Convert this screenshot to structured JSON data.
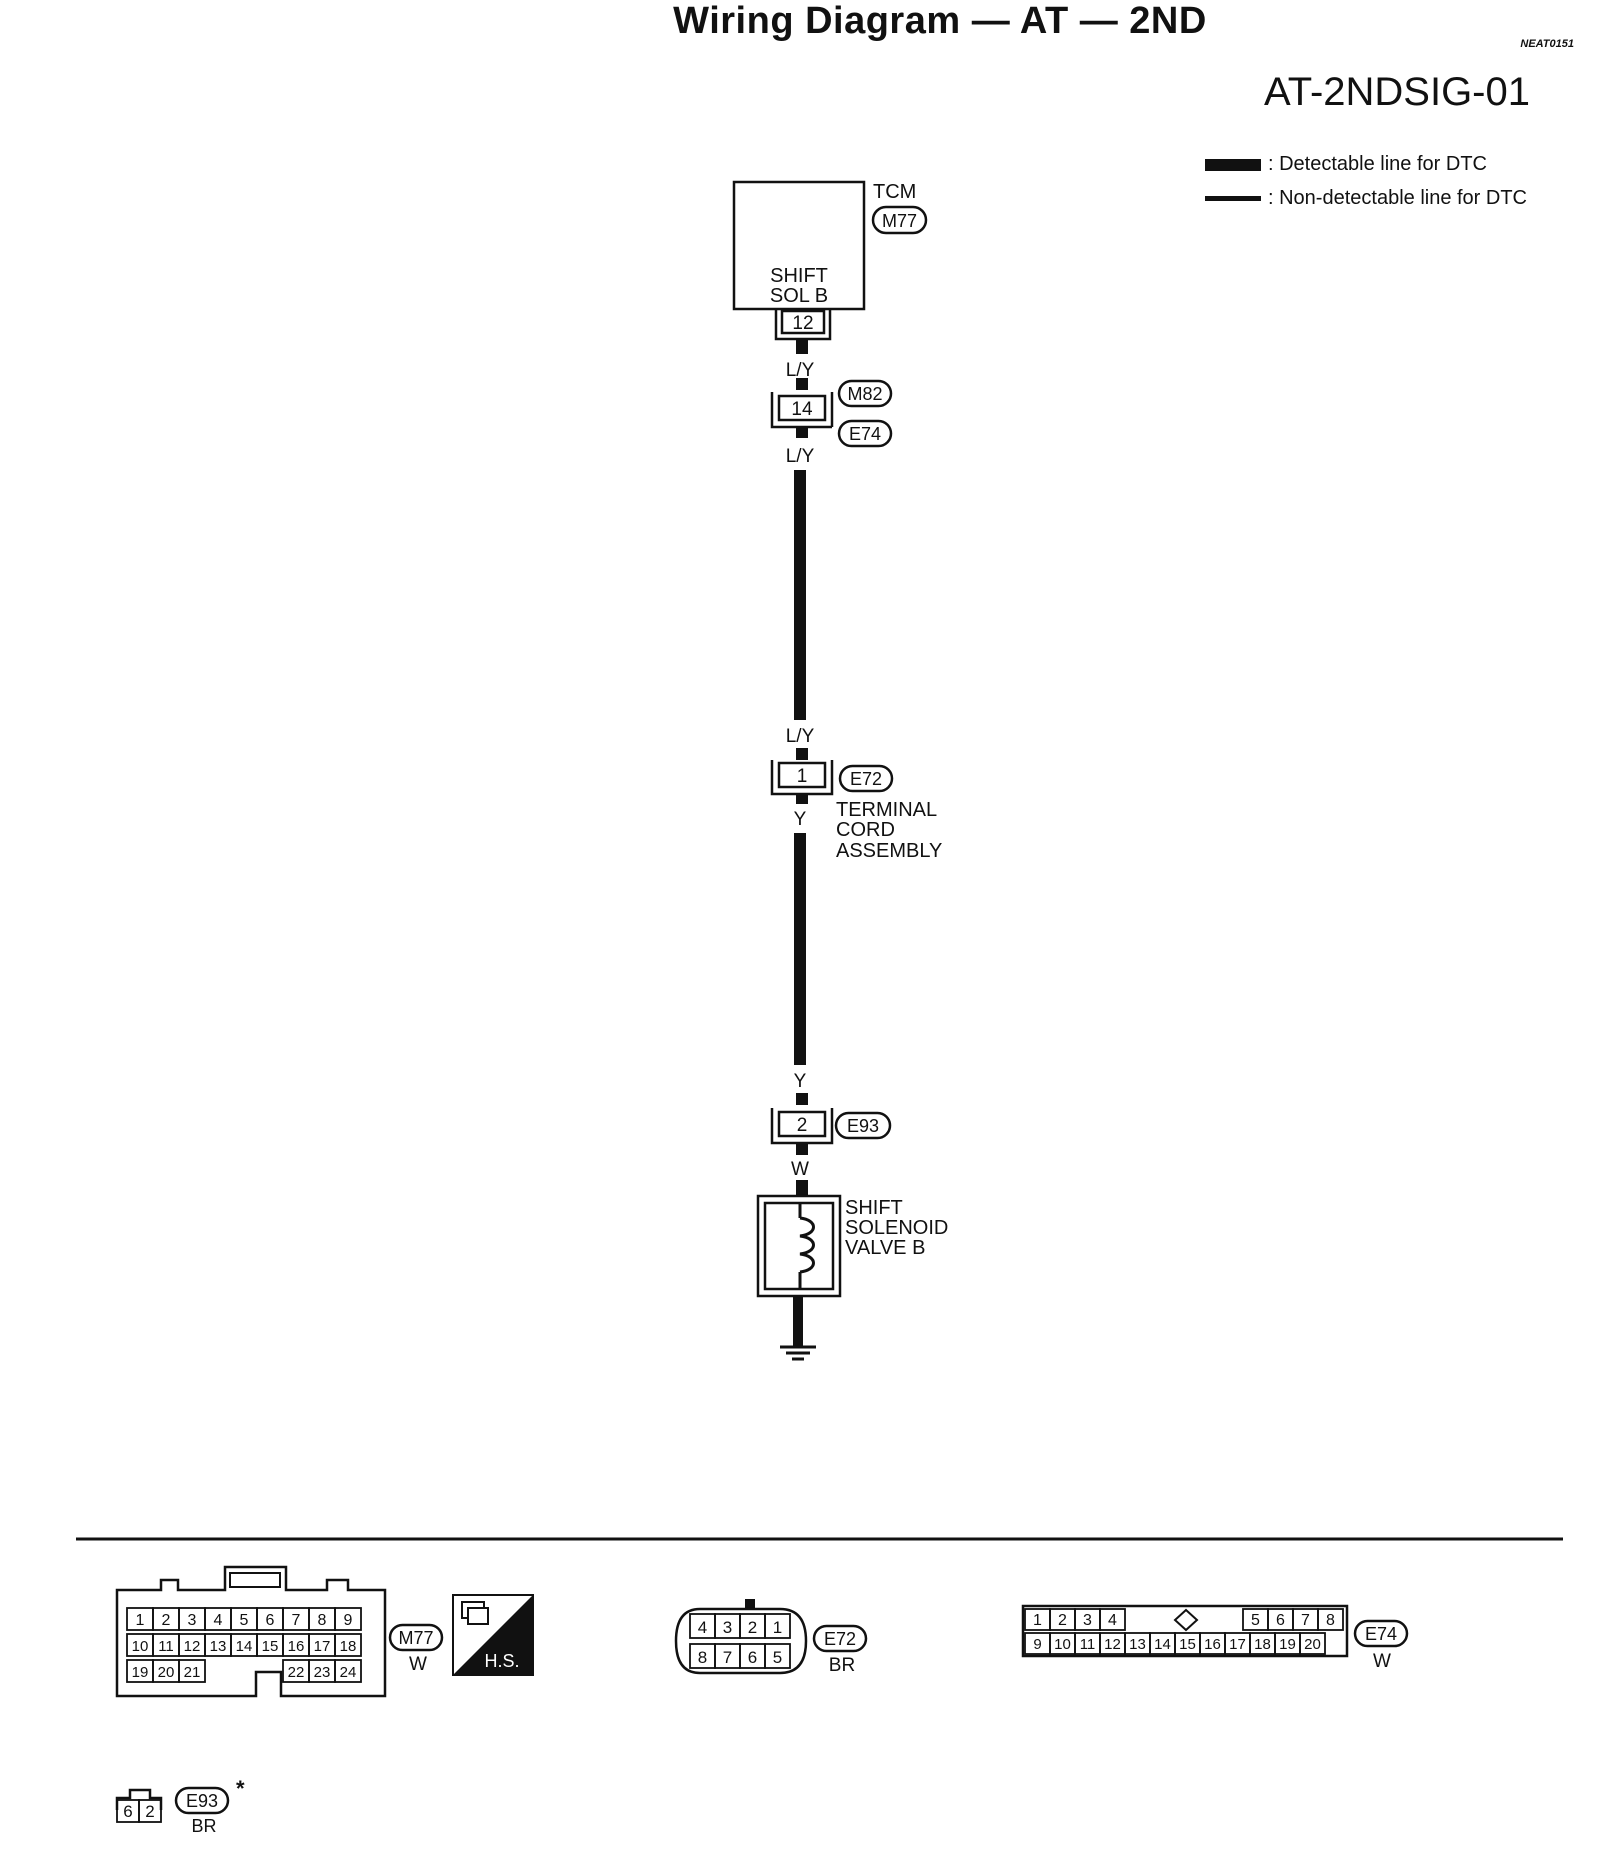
{
  "header": {
    "title": "Wiring Diagram — AT — 2ND",
    "code": "NEAT0151",
    "diagram_id": "AT-2NDSIG-01"
  },
  "legend": {
    "detectable": ": Detectable line for DTC",
    "non_detectable": ": Non-detectable line for DTC"
  },
  "tcm": {
    "name": "TCM",
    "connector": "M77",
    "label_1": "SHIFT",
    "label_2": "SOL B",
    "terminal": "12"
  },
  "wires": {
    "w1": "L/Y",
    "w2": "L/Y",
    "w3": "L/Y",
    "w4": "Y",
    "w5": "Y",
    "w6": "W"
  },
  "joint_connector": {
    "terminal": "14",
    "upper": "M82",
    "lower": "E74"
  },
  "terminal_cord": {
    "terminal": "1",
    "connector": "E72",
    "label_1": "TERMINAL",
    "label_2": "CORD",
    "label_3": "ASSEMBLY"
  },
  "solenoid_connector": {
    "terminal": "2",
    "connector": "E93"
  },
  "solenoid": {
    "label_1": "SHIFT",
    "label_2": "SOLENOID",
    "label_3": "VALVE B"
  },
  "connectors_detail": {
    "m77": {
      "id": "M77",
      "color": "W",
      "hs": "H.S.",
      "row1": [
        "1",
        "2",
        "3",
        "4",
        "5",
        "6",
        "7",
        "8",
        "9"
      ],
      "row2": [
        "10",
        "11",
        "12",
        "13",
        "14",
        "15",
        "16",
        "17",
        "18"
      ],
      "row3a": [
        "19",
        "20",
        "21"
      ],
      "row3b": [
        "22",
        "23",
        "24"
      ]
    },
    "e72": {
      "id": "E72",
      "color": "BR",
      "row1": [
        "4",
        "3",
        "2",
        "1"
      ],
      "row2": [
        "8",
        "7",
        "6",
        "5"
      ]
    },
    "e74": {
      "id": "E74",
      "color": "W",
      "row1a": [
        "1",
        "2",
        "3",
        "4"
      ],
      "row1b": [
        "5",
        "6",
        "7",
        "8"
      ],
      "row2": [
        "9",
        "10",
        "11",
        "12",
        "13",
        "14",
        "15",
        "16",
        "17",
        "18",
        "19",
        "20"
      ]
    },
    "e93": {
      "id": "E93",
      "star": "*",
      "color": "BR",
      "pins": [
        "6",
        "2"
      ]
    }
  }
}
